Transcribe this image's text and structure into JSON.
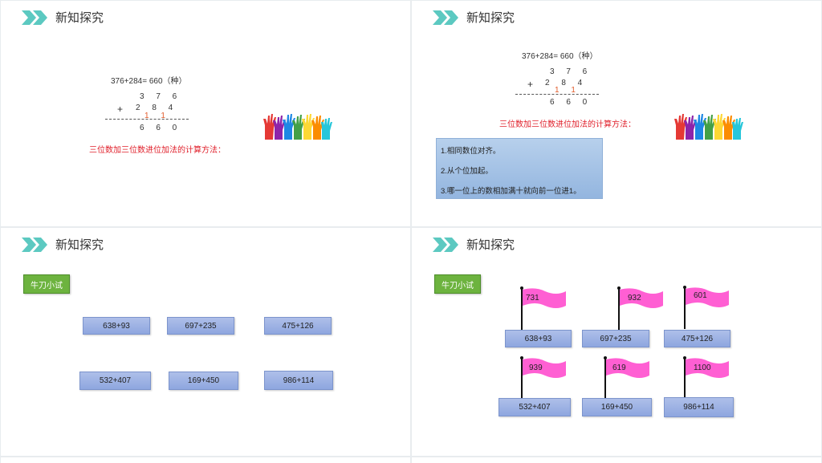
{
  "section_title": "新知探究",
  "slide1": {
    "equation": "376+284=   660（种）",
    "top_number": "3 7 6",
    "plus_sign": "+",
    "second_number": "2 8 4",
    "carry_marks": "1 1",
    "result": "6 6 0",
    "method_label": "三位数加三位数进位加法的计算方法："
  },
  "slide2": {
    "equation": "376+284=   660（种）",
    "top_number": "3 7 6",
    "plus_sign": "+",
    "second_number": "2 8 4",
    "carry_marks": "1 1",
    "result": "6 6 0",
    "method_label": "三位数加三位数进位加法的计算方法：",
    "steps": [
      "1.相同数位对齐。",
      "2.从个位加起。",
      "3.哪一位上的数相加满十就向前一位进1。"
    ]
  },
  "slide3": {
    "button_label": "牛刀小试",
    "exercises": [
      "638+93",
      "697+235",
      "475+126",
      "532+407",
      "169+450",
      "986+114"
    ]
  },
  "slide4": {
    "button_label": "牛刀小试",
    "exercises": [
      "638+93",
      "697+235",
      "475+126",
      "532+407",
      "169+450",
      "986+114"
    ],
    "answers": [
      "731",
      "932",
      "601",
      "939",
      "619",
      "1100"
    ]
  },
  "colors": {
    "chevron": "#5cc9c1",
    "flag": "#ff5fd3",
    "button_green": "#6db33f",
    "method_red": "#e0202b"
  },
  "icons": [
    "double-chevron-icon",
    "raised-hands-icon",
    "flag-icon"
  ]
}
